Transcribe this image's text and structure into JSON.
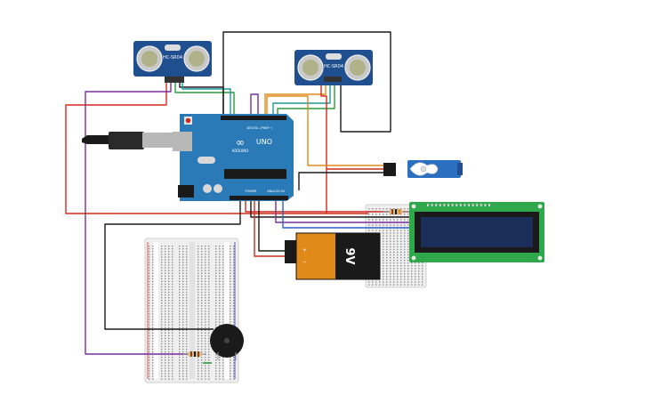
{
  "sensor_left": {
    "model_label": "HC-SR04"
  },
  "sensor_right": {
    "model_label": "HC-SR04"
  },
  "arduino": {
    "logo": "∞",
    "board_label": "UNO",
    "brand_label": "ARDUINO",
    "digital_header_label": "DIGITAL (PWM~)",
    "power_header_label": "POWER",
    "analog_header_label": "ANALOG IN"
  },
  "battery": {
    "voltage_label": "9V",
    "plus_label": "+",
    "minus_label": "−"
  },
  "colors": {
    "wire_red": "#d22a1c",
    "wire_black": "#1a1a1a",
    "wire_purple": "#7a2d9a",
    "wire_green": "#2a9a3c",
    "wire_blue": "#2c5fd0",
    "wire_orange": "#e08a1a",
    "wire_teal": "#1e9a9a",
    "board_blue": "#2a7ab8",
    "sensor_blue": "#1f4f8f",
    "lcd_green": "#2ea84a",
    "lcd_screen": "#1c2e5a",
    "battery_orange": "#e08a1a"
  }
}
